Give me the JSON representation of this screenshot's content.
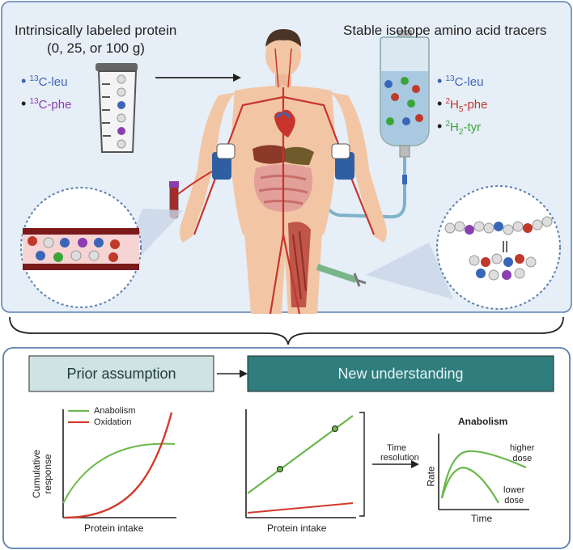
{
  "top": {
    "left_title": "Intrinsically labeled protein",
    "left_subtitle": "(0, 25, or 100 g)",
    "left_tracers": [
      {
        "label": "13C-leu",
        "sup": "13",
        "text": "C-leu",
        "color": "#3a66b8"
      },
      {
        "label": "13C-phe",
        "sup": "13",
        "text": "C-phe",
        "color": "#8a3fb0"
      }
    ],
    "right_title": "Stable isotope amino acid tracers",
    "right_tracers": [
      {
        "label": "13C-leu",
        "sup": "13",
        "text": "C-leu",
        "color": "#3a66b8"
      },
      {
        "label": "2H5-phe",
        "sup": "2",
        "text": "H",
        "sub": "5",
        "tail": "-phe",
        "color": "#c0392b"
      },
      {
        "label": "2H2-tyr",
        "sup": "2",
        "text": "H",
        "sub": "2",
        "tail": "-tyr",
        "color": "#3aa63a"
      }
    ]
  },
  "bottom": {
    "prior_label": "Prior assumption",
    "new_label": "New understanding",
    "legend": [
      {
        "name": "Anabolism",
        "color": "#6ab84a"
      },
      {
        "name": "Oxidation",
        "color": "#d23a2a"
      }
    ],
    "left_chart_ylabel_1": "Cumulative",
    "left_chart_ylabel_2": "response",
    "left_chart_xlabel": "Protein intake",
    "mid_chart_xlabel": "Protein intake",
    "arrow_label_1": "Time",
    "arrow_label_2": "resolution",
    "right_chart_title": "Anabolism",
    "right_chart_ylabel": "Rate",
    "right_chart_xlabel": "Time",
    "higher_dose_1": "higher",
    "higher_dose_2": "dose",
    "lower_dose_1": "lower",
    "lower_dose_2": "dose"
  },
  "colors": {
    "panel_bg": "#e6eef7",
    "panel_border": "#5a7fb0",
    "prior_box": "#cfe3e3",
    "new_box": "#2f7d7d",
    "artery": "#c8342c",
    "skin": "#f2c6a5"
  }
}
